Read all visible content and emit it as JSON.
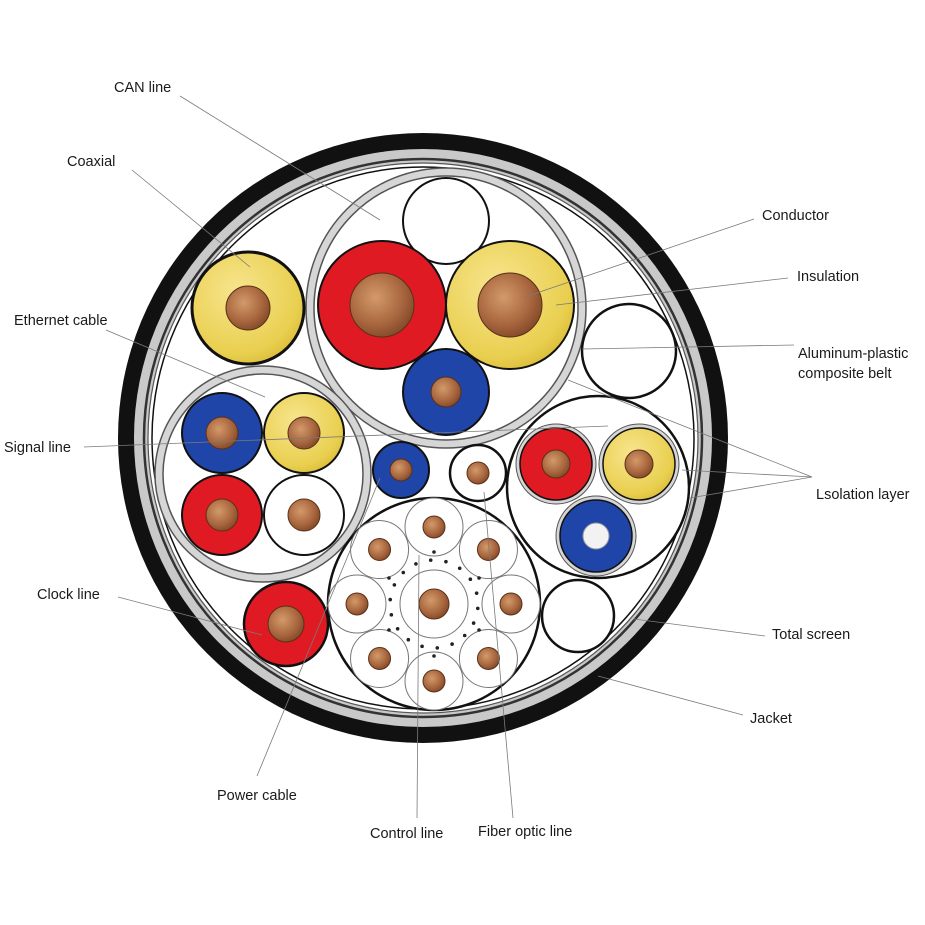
{
  "labels": {
    "can_line": "CAN line",
    "coaxial": "Coaxial",
    "ethernet_cable": "Ethernet cable",
    "signal_line": "Signal line",
    "clock_line": "Clock line",
    "power_cable": "Power cable",
    "control_line": "Control line",
    "fiber_optic_line": "Fiber optic line",
    "conductor": "Conductor",
    "insulation": "Insulation",
    "aluminum_plastic_line1": "Aluminum-plastic",
    "aluminum_plastic_line2": "composite belt",
    "isolation_layer": "Lsolation layer",
    "total_screen": "Total screen",
    "jacket": "Jacket"
  },
  "colors": {
    "jacket": "#111111",
    "screen": "#c8c8c8",
    "red": "#e01a22",
    "yellow": "#ecd45a",
    "blue": "#1f45a8",
    "copper": "#b07045",
    "white": "#ffffff",
    "outline": "#111111"
  }
}
